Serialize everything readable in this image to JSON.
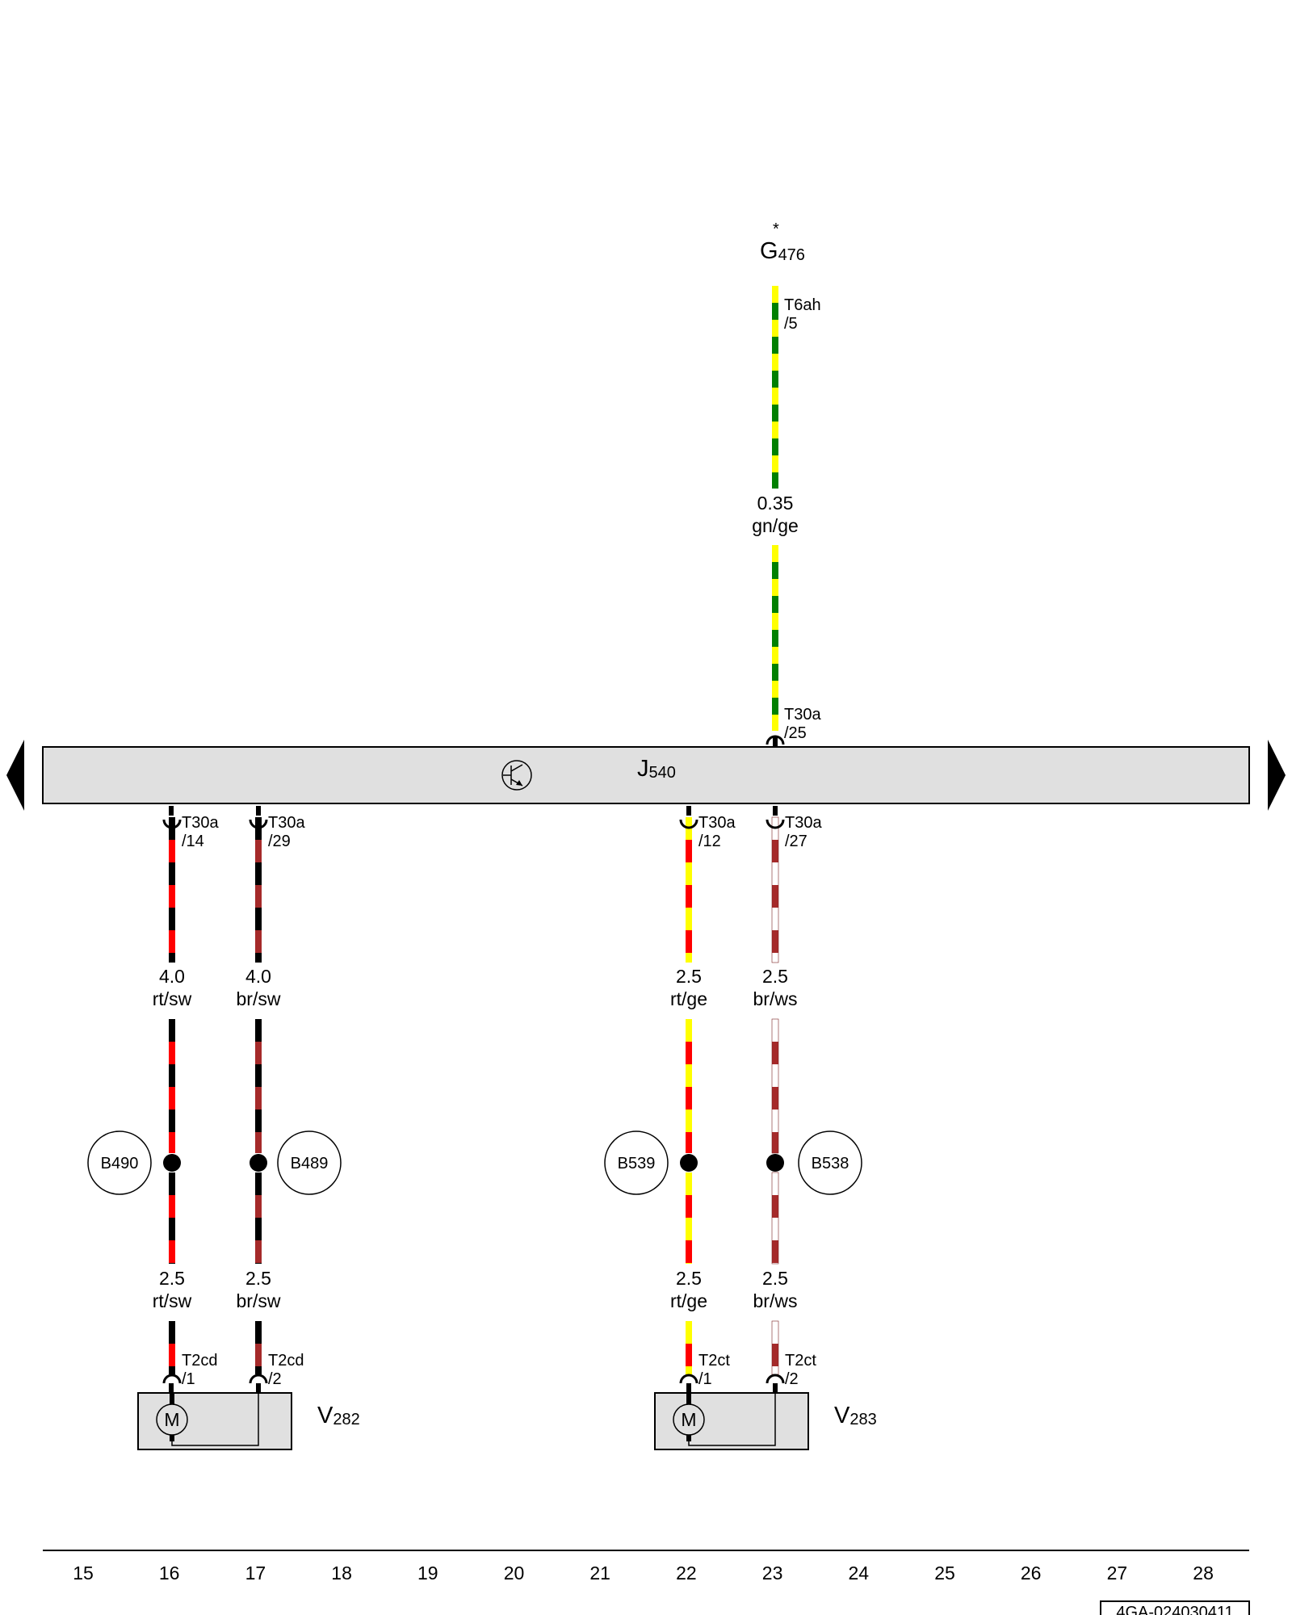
{
  "colors": {
    "rt": "#ff0000",
    "sw": "#000000",
    "br": "#a52a2a",
    "ge": "#ffff00",
    "gn": "#008000",
    "ws": "#ffffff",
    "module_fill": "#e0e0e0",
    "component_fill": "#e0e0e0"
  },
  "control_unit": {
    "letter": "J",
    "number": "540",
    "icon": "transistor-icon"
  },
  "sensor": {
    "asterisk": "*",
    "letter": "G",
    "number": "476",
    "pin_name": "T6ah",
    "pin_no": "/5"
  },
  "sensor_wire": {
    "size": "0.35",
    "color": "gn/ge",
    "pin_name": "T30a",
    "pin_no": "/25"
  },
  "motors": [
    {
      "letter": "V",
      "number": "282",
      "symbol": "M"
    },
    {
      "letter": "V",
      "number": "283",
      "symbol": "M"
    }
  ],
  "wires": [
    {
      "top_pin_name": "T30a",
      "top_pin_no": "/14",
      "size_top": "4.0",
      "color_top": "rt/sw",
      "splice": "B490",
      "size_bottom": "2.5",
      "color_bottom": "rt/sw",
      "bottom_pin_name": "T2cd",
      "bottom_pin_no": "/1"
    },
    {
      "top_pin_name": "T30a",
      "top_pin_no": "/29",
      "size_top": "4.0",
      "color_top": "br/sw",
      "splice": "B489",
      "size_bottom": "2.5",
      "color_bottom": "br/sw",
      "bottom_pin_name": "T2cd",
      "bottom_pin_no": "/2"
    },
    {
      "top_pin_name": "T30a",
      "top_pin_no": "/12",
      "size_top": "2.5",
      "color_top": "rt/ge",
      "splice": "B539",
      "size_bottom": "2.5",
      "color_bottom": "rt/ge",
      "bottom_pin_name": "T2ct",
      "bottom_pin_no": "/1"
    },
    {
      "top_pin_name": "T30a",
      "top_pin_no": "/27",
      "size_top": "2.5",
      "color_top": "br/ws",
      "splice": "B538",
      "size_bottom": "2.5",
      "color_bottom": "br/ws",
      "bottom_pin_name": "T2ct",
      "bottom_pin_no": "/2"
    }
  ],
  "grid_numbers": [
    "15",
    "16",
    "17",
    "18",
    "19",
    "20",
    "21",
    "22",
    "23",
    "24",
    "25",
    "26",
    "27",
    "28"
  ],
  "doc_id": "4GA-024030411"
}
